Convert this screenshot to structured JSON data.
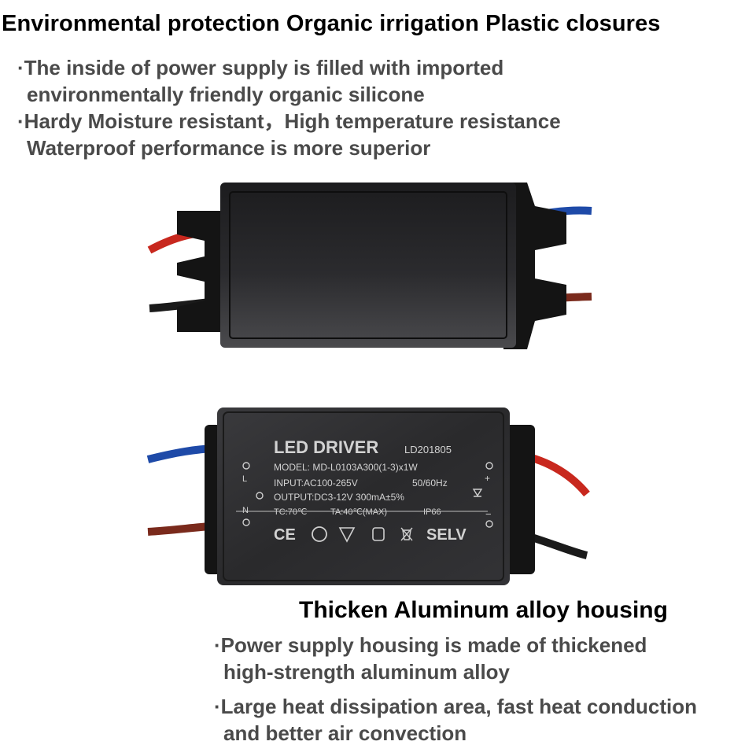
{
  "section_environmental": {
    "title": "Environmental protection Organic irrigation Plastic closures",
    "bullets": [
      {
        "marker": "·",
        "lines": [
          "The inside of power supply is filled with imported",
          "environmentally friendly organic silicone"
        ]
      },
      {
        "marker": "·",
        "lines": [
          "Hardy  Moisture resistant，High temperature resistance",
          "Waterproof performance is more superior"
        ]
      }
    ]
  },
  "section_aluminum": {
    "title": "Thicken Aluminum alloy housing",
    "bullets": [
      {
        "marker": "·",
        "lines": [
          "Power supply housing is made of thickened",
          "high-strength aluminum alloy"
        ]
      },
      {
        "marker": "·",
        "lines": [
          "Large heat dissipation area, fast heat conduction",
          "and better air convection"
        ]
      }
    ]
  },
  "driver_label": {
    "brand": "LED DRIVER",
    "code": "LD201805",
    "model": "MODEL: MD-L0103A300(1-3)x1W",
    "input": "INPUT:AC100-265V",
    "frequency": "50/60Hz",
    "output": "OUTPUT:DC3-12V 300mA±5%",
    "tc": "TC:70℃",
    "ta": "TA:40℃(MAX)",
    "ip": "IP66",
    "terminal_l": "L",
    "terminal_n": "N",
    "polarity_plus": "+",
    "polarity_minus": "−",
    "cert_ce": "CE",
    "cert_selv": "SELV"
  },
  "colors": {
    "housing": "#2e2e30",
    "plastic_cap": "#141414",
    "wire_red": "#c8281e",
    "wire_blue": "#1e4aa8",
    "wire_brown": "#7a2a1c",
    "wire_black": "#1a1a1a",
    "text_dark": "#000000",
    "text_gray": "#4a4a4a"
  }
}
